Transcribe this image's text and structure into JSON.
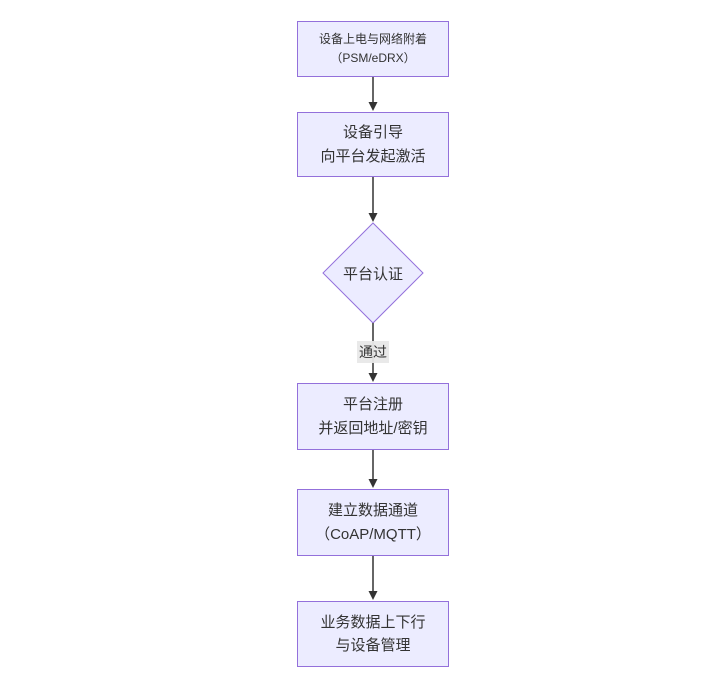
{
  "diagram": {
    "type": "flowchart-top-down",
    "title": "",
    "nodes": [
      {
        "id": "power",
        "shape": "rect",
        "lines": [
          "设备上电与网络附着",
          "（PSM/eDRX）"
        ]
      },
      {
        "id": "bootstrap",
        "shape": "rect",
        "lines": [
          "设备引导",
          "向平台发起激活"
        ]
      },
      {
        "id": "auth",
        "shape": "diamond",
        "lines": [
          "平台认证"
        ]
      },
      {
        "id": "register",
        "shape": "rect",
        "lines": [
          "平台注册",
          "并返回地址/密钥"
        ]
      },
      {
        "id": "channel",
        "shape": "rect",
        "lines": [
          "建立数据通道",
          "（CoAP/MQTT）"
        ]
      },
      {
        "id": "business",
        "shape": "rect",
        "lines": [
          "业务数据上下行",
          "与设备管理"
        ]
      }
    ],
    "edges": [
      {
        "from": "power",
        "to": "bootstrap"
      },
      {
        "from": "bootstrap",
        "to": "auth"
      },
      {
        "from": "auth",
        "to": "register",
        "label": "通过"
      },
      {
        "from": "register",
        "to": "channel"
      },
      {
        "from": "channel",
        "to": "business"
      }
    ],
    "colors": {
      "node_fill": "#ECECFF",
      "node_border": "#9370DB",
      "text": "#333333",
      "arrow": "#333333",
      "edge_label_bg": "#e8e8e8",
      "background": "#ffffff"
    }
  }
}
